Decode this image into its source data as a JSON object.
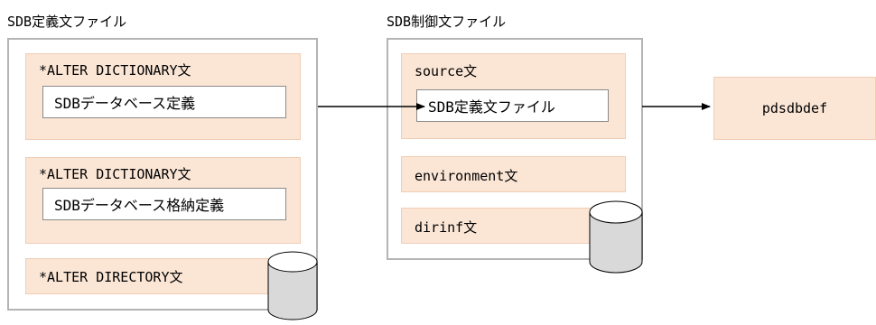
{
  "definition_file": {
    "title": "SDB定義文ファイル",
    "statements": [
      {
        "label": "*ALTER DICTIONARY文",
        "inner": "SDBデータベース定義"
      },
      {
        "label": "*ALTER DICTIONARY文",
        "inner": "SDBデータベース格納定義"
      },
      {
        "label": "*ALTER DIRECTORY文"
      }
    ]
  },
  "control_file": {
    "title": "SDB制御文ファイル",
    "statements": [
      {
        "label": "source文",
        "inner": "SDB定義文ファイル"
      },
      {
        "label": "environment文"
      },
      {
        "label": "dirinf文"
      }
    ]
  },
  "output": {
    "label": "pdsdbdef"
  },
  "colors": {
    "statement_fill": "#fbe6d6",
    "panel_border": "#b4b4b4",
    "cylinder_fill": "#d9d9d9"
  }
}
